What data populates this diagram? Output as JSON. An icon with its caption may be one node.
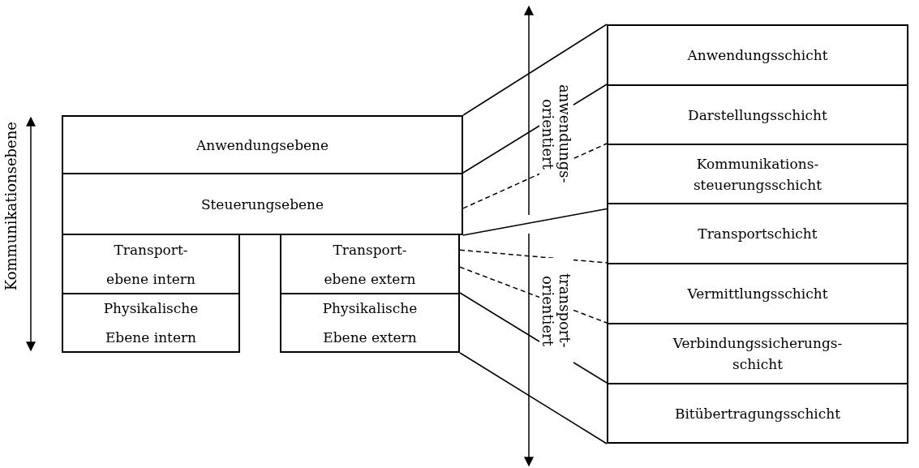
{
  "diagram": {
    "nodes": [
      {
        "text": [
          "Anwendungsebene"
        ]
      },
      {
        "text": [
          "Steuerungsebene"
        ]
      },
      {
        "text": [
          "Transport- ebene intern"
        ]
      },
      {
        "text": [
          "Physikalische Ebene intern"
        ]
      },
      {
        "text": [
          "Transport- ebene extern"
        ]
      },
      {
        "text": [
          "Physikalische Ebene extern"
        ]
      },
      {
        "text": [
          "Anwendungsschicht"
        ]
      },
      {
        "text": [
          "Darstellungsschicht"
        ]
      },
      {
        "text": [
          "Kommunikations- steuerungsschicht"
        ]
      },
      {
        "text": [
          "Transportschicht"
        ]
      },
      {
        "text": [
          "Vermittlungsschicht"
        ]
      },
      {
        "text": [
          "Verbindungssicherungs- schicht"
        ]
      },
      {
        "text": [
          "Bitübertragungsschicht"
        ]
      }
    ],
    "edges": [
      {
        "from": 0,
        "to": 6,
        "arrow": "none"
      },
      {
        "from": 1,
        "to": 7,
        "arrow": "none"
      },
      {
        "from": 1,
        "to": 8,
        "arrow": "none",
        "style": "dashed"
      },
      {
        "from": 1,
        "to": 9,
        "arrow": "none"
      },
      {
        "from": 4,
        "to": 10,
        "arrow": "none",
        "style": "dashed"
      },
      {
        "from": 4,
        "to": 11,
        "arrow": "none",
        "style": "dashed"
      },
      {
        "from": 5,
        "to": 12,
        "arrow": "none"
      },
      {
        "from": 5,
        "to": 12,
        "arrow": "none"
      }
    ],
    "labels": [
      "Kommunikationsebene",
      "anwendungs- orientiert",
      "transport- orientiert"
    ]
  }
}
